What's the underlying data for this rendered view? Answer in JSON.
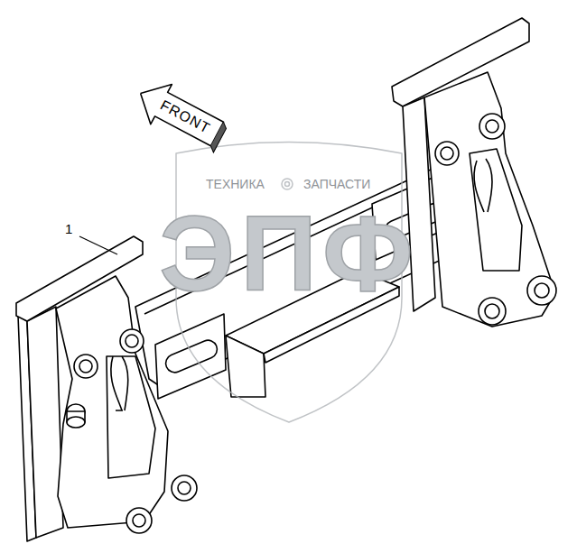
{
  "diagram": {
    "nodes": [
      {
        "text": [
          "FRONT"
        ]
      }
    ],
    "labels": [
      "1",
      "ТЕХНИКА",
      "ЗАПЧАСТИ",
      "ЭПФ"
    ]
  }
}
